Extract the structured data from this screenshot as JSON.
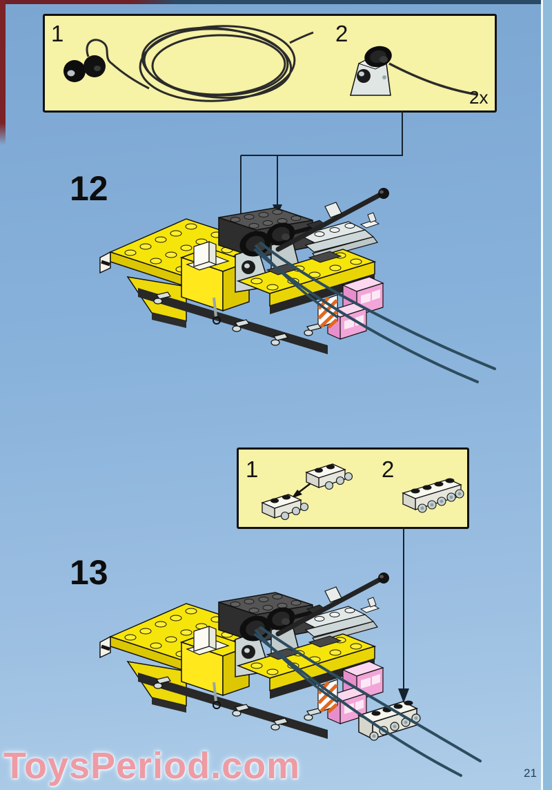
{
  "page": {
    "watermark": "ToysPeriod.com",
    "page_number": "21"
  },
  "steps": [
    {
      "number": "12"
    },
    {
      "number": "13"
    }
  ],
  "parts_boxes": [
    {
      "items": [
        {
          "label": "1",
          "illustration": "black-cord-with-two-pulley-wheels-and-coiled-string"
        },
        {
          "label": "2",
          "illustration": "gray-winch-bracket-with-black-spool-and-string"
        }
      ],
      "quantity": "2x"
    },
    {
      "items": [
        {
          "label": "1",
          "illustration": "two-white-1x2-plates-with-gray-clips-joined-by-arrow"
        },
        {
          "label": "2",
          "illustration": "white-1x4-plate-with-gray-clips"
        }
      ]
    }
  ],
  "colors": {
    "background_blue": "#87b1da",
    "panel_cream": "#f6f2a6",
    "lego_yellow": "#f6e50b",
    "lego_dark_gray": "#4a4a4a",
    "lego_light_gray": "#d0d9d9",
    "lego_pink": "#f1a5d8",
    "string_dark": "#2d4c5e",
    "spine_maroon": "#7b2326",
    "watermark_pink": "#ee9ba4",
    "hazard_orange": "#e06820"
  }
}
